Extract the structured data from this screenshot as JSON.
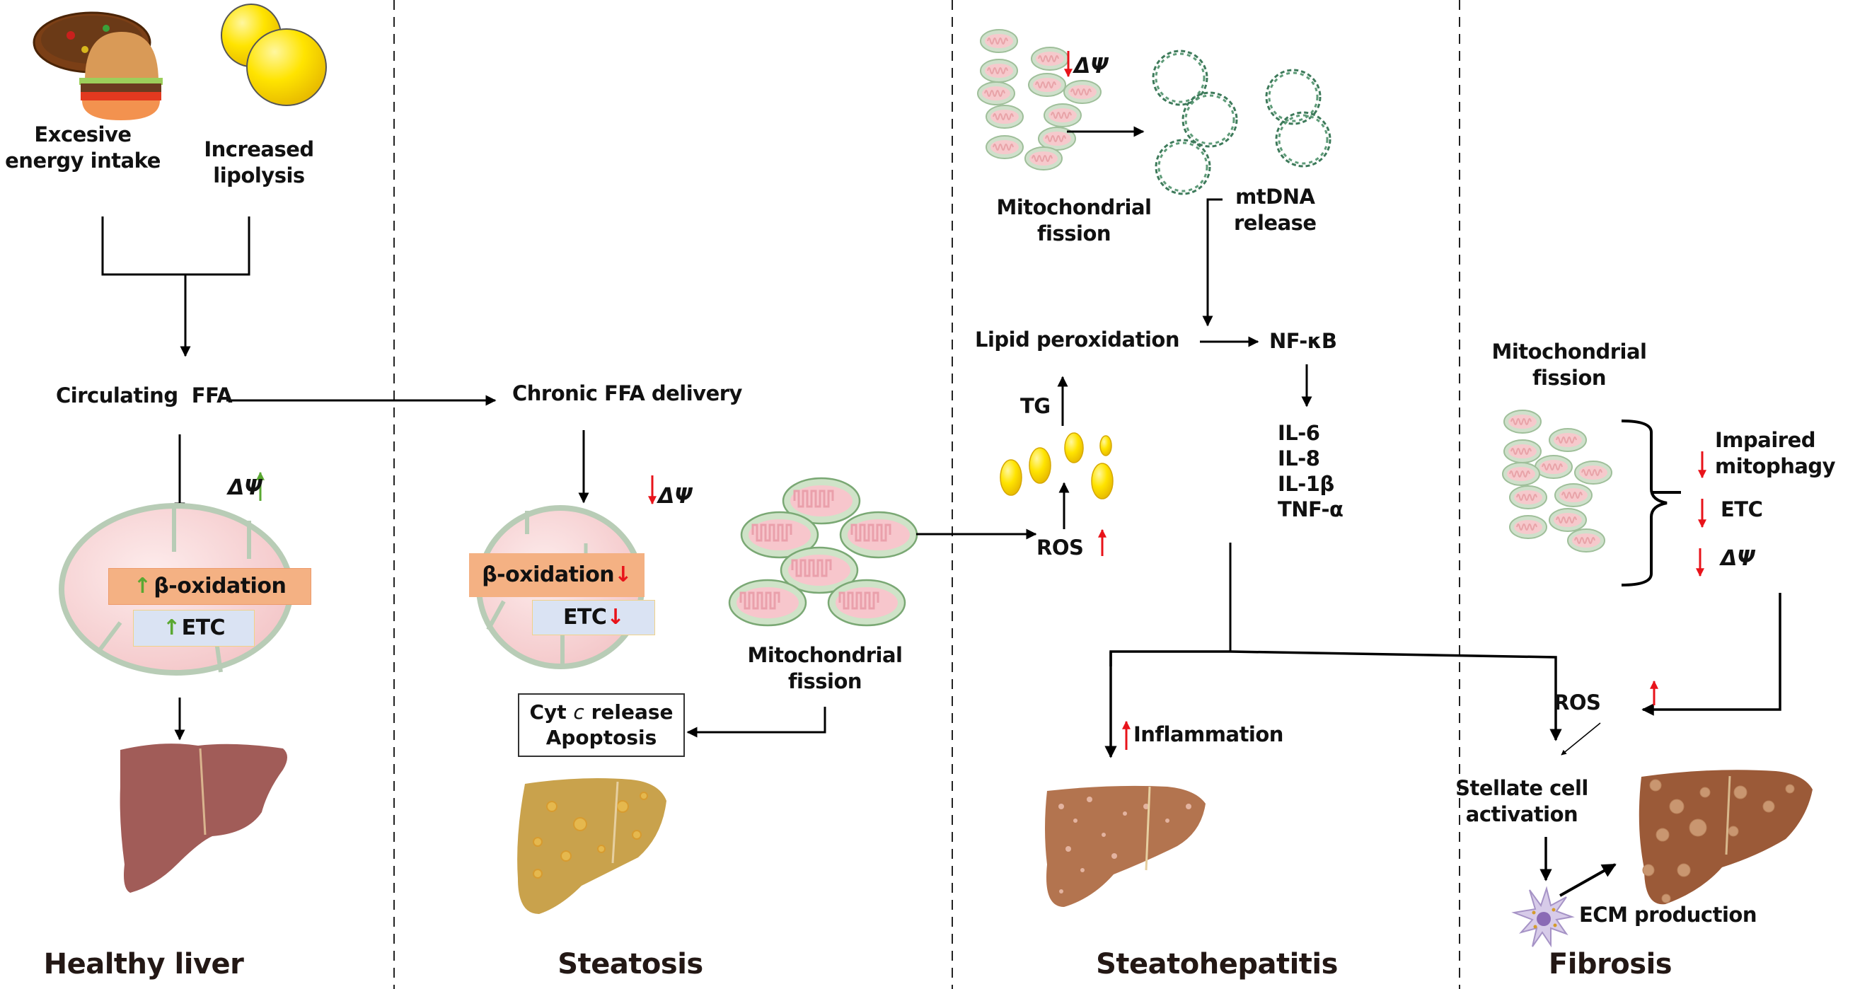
{
  "figure": {
    "stages": [
      {
        "id": "healthy",
        "title": "Healthy liver"
      },
      {
        "id": "steatosis",
        "title": "Steatosis"
      },
      {
        "id": "steatohepatitis",
        "title": "Steatohepatitis"
      },
      {
        "id": "fibrosis",
        "title": "Fibrosis"
      }
    ],
    "colors": {
      "increase_green": "#5aa832",
      "decrease_red": "#e8131a",
      "beta_box": "#f4b183",
      "etc_box": "#dae3f3",
      "mito_fill": "#f8d7d9",
      "mito_membrane": "#b9d1b6",
      "healthy_liver": "#a05a57",
      "fatty_liver": "#c8a04a",
      "nash_liver": "#b5764f",
      "fibrotic_liver": "#9b5a38"
    },
    "healthy": {
      "energy_intake": [
        "Excesive",
        "energy intake"
      ],
      "lipolysis": [
        "Increased",
        "lipolysis"
      ],
      "circulating_ffa": "Circulating  FFA",
      "delta_psi": "ΔΨ",
      "delta_psi_direction": "up",
      "beta_oxidation": "β-oxidation",
      "beta_oxidation_direction": "up",
      "etc": "ETC",
      "etc_direction": "up"
    },
    "steatosis": {
      "chronic_ffa": "Chronic FFA delivery",
      "delta_psi": "ΔΨ",
      "delta_psi_direction": "down",
      "beta_oxidation": "β-oxidation",
      "beta_oxidation_direction": "down",
      "etc": "ETC",
      "etc_direction": "down",
      "fission": [
        "Mitochondrial",
        "fission"
      ],
      "cyt_c": [
        "Cyt ",
        "c",
        " release"
      ],
      "apoptosis": "Apoptosis"
    },
    "steatohepatitis": {
      "delta_psi": "ΔΨ",
      "delta_psi_direction": "down",
      "fission": [
        "Mitochondrial",
        "fission"
      ],
      "mtdna": [
        "mtDNA",
        "release"
      ],
      "lipid_peroxidation": "Lipid peroxidation",
      "nfkb": "NF-κB",
      "tg": "TG",
      "ros": "ROS",
      "ros_direction": "up",
      "cytokines": [
        "IL-6",
        "IL-8",
        "IL-1β",
        "TNF-α"
      ],
      "inflammation": "Inflammation",
      "inflammation_direction": "up"
    },
    "fibrosis": {
      "fission": [
        "Mitochondrial",
        "fission"
      ],
      "impaired": [
        "Impaired",
        "mitophagy"
      ],
      "impaired_direction": "down",
      "etc": "ETC",
      "etc_direction": "down",
      "delta_psi": "ΔΨ",
      "delta_psi_direction": "down",
      "ros": "ROS",
      "ros_direction": "up",
      "stellate": [
        "Stellate cell",
        "activation"
      ],
      "ecm": "ECM production"
    }
  }
}
